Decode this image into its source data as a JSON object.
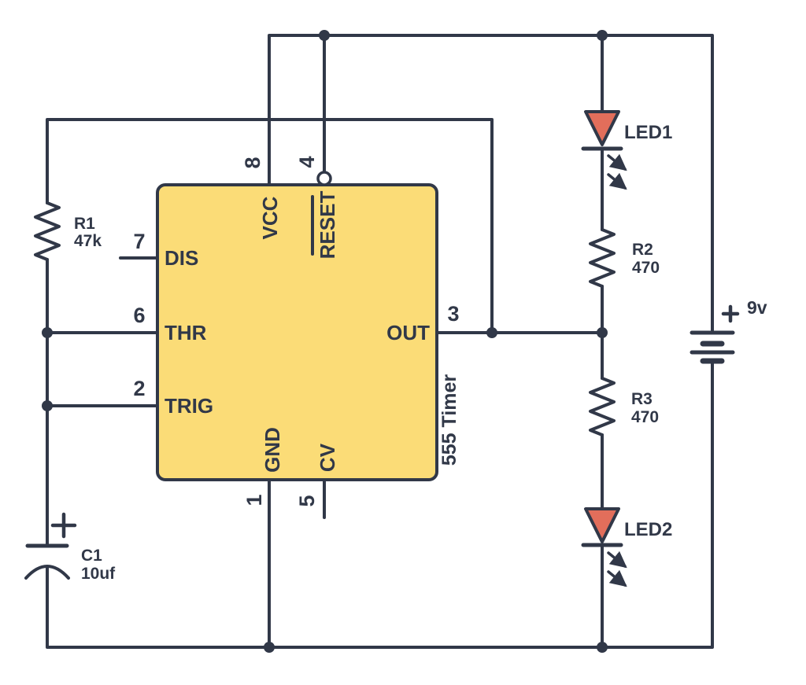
{
  "colors": {
    "wire": "#313848",
    "chip-fill": "#FBDC77",
    "led-fill": "#E26E5B",
    "bubble-fill": "#FFFFFF",
    "background": "#FFFFFF"
  },
  "chip": {
    "title": "555 Timer",
    "pins": {
      "vcc": {
        "number": "8",
        "label": "VCC"
      },
      "reset": {
        "number": "4",
        "label": "RESET"
      },
      "dis": {
        "number": "7",
        "label": "DIS"
      },
      "thr": {
        "number": "6",
        "label": "THR"
      },
      "trig": {
        "number": "2",
        "label": "TRIG"
      },
      "out": {
        "number": "3",
        "label": "OUT"
      },
      "gnd": {
        "number": "1",
        "label": "GND"
      },
      "cv": {
        "number": "5",
        "label": "CV"
      }
    }
  },
  "components": {
    "r1": {
      "ref": "R1",
      "value": "47k"
    },
    "r2": {
      "ref": "R2",
      "value": "470"
    },
    "r3": {
      "ref": "R3",
      "value": "470"
    },
    "c1": {
      "ref": "C1",
      "value": "10uf",
      "polarity": "+"
    },
    "led1": {
      "ref": "LED1"
    },
    "led2": {
      "ref": "LED2"
    },
    "battery": {
      "voltage": "9v",
      "polarity": "+"
    }
  }
}
